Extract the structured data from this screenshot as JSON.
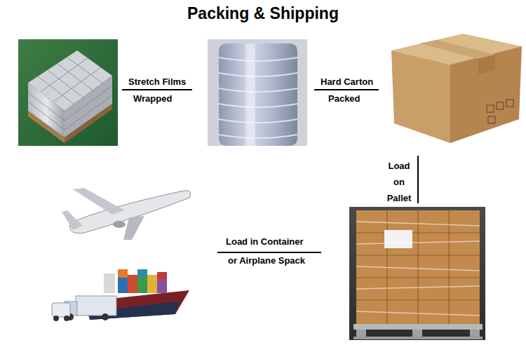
{
  "diagram": {
    "title": "Packing & Shipping",
    "labels": [
      "Stretch Films",
      "Wrapped",
      "Hard Carton",
      "Packed",
      "Load on Pallet",
      "Load in Container",
      "or Airplane Spack"
    ]
  }
}
